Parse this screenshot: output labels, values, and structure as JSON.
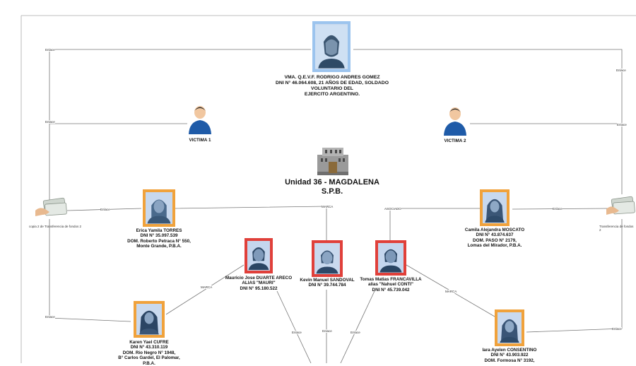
{
  "colors": {
    "edge": "#777777",
    "frame_orange": "#f0a23c",
    "frame_red": "#e0403a",
    "frame_blue": "#9cc4ee"
  },
  "central": {
    "label": "VMA. Q.E.V.F. RODRIGO ANDRES GOMEZ\nDNI N° 46.064.608, 21 AÑOS DE EDAD, SOLDADO\nVOLUNTARIO DEL\nEJERCITO ARGENTINO."
  },
  "victims": [
    {
      "label": "VICTIMA 1",
      "icon": "person-icon"
    },
    {
      "label": "VICTIMA 2",
      "icon": "person-icon"
    }
  ],
  "prison": {
    "icon": "prison-building-icon",
    "label": "Unidad 36 - MAGDALENA\nS.P.B."
  },
  "transfers": [
    {
      "label": "copia 2 de Transferencia de fondos 2",
      "icon": "money-transfer-icon"
    },
    {
      "label": "Transferencia de fondos 2",
      "icon": "money-transfer-icon"
    }
  ],
  "people": {
    "erica": "Erica Yamila TORRES\nDNI N° 35.097.539\nDOM. Roberto Petraca N° 550,\nMonte Grande, P.B.A.",
    "camila": "Camila Alejandra MOSCATO\nDNI N° 43.874.637\nDOM. PASO N° 2179,\nLomas del Mirador, P.B.A.",
    "mauricio": "Mauricio Jose DUARTE ARECO\nALIAS \"MAURI\"\nDNI N° 95.180.522",
    "kevin": "Kevin Manuel SANDOVAL\nDNI N° 39.744.784",
    "tomas": "Tomas Matias FRANCAVILLA\nalias \"Nahuel CONTI\"\nDNI N° 45.739.042",
    "karen": "Karen Yael CUFRE\nDNI N° 43.310.119\nDOM. Rio Negro N° 1948,\nB° Carlos Gardel, El Palomar,\nP.B.A.",
    "iara": "Iara Ayelen CONSENTINO\nDNI N° 43.903.922\nDOM. Formosa N° 3192,"
  },
  "edge_labels": {
    "enlace": "Enlace",
    "marca": "MARCA",
    "asociado": "ASOCIADO"
  }
}
